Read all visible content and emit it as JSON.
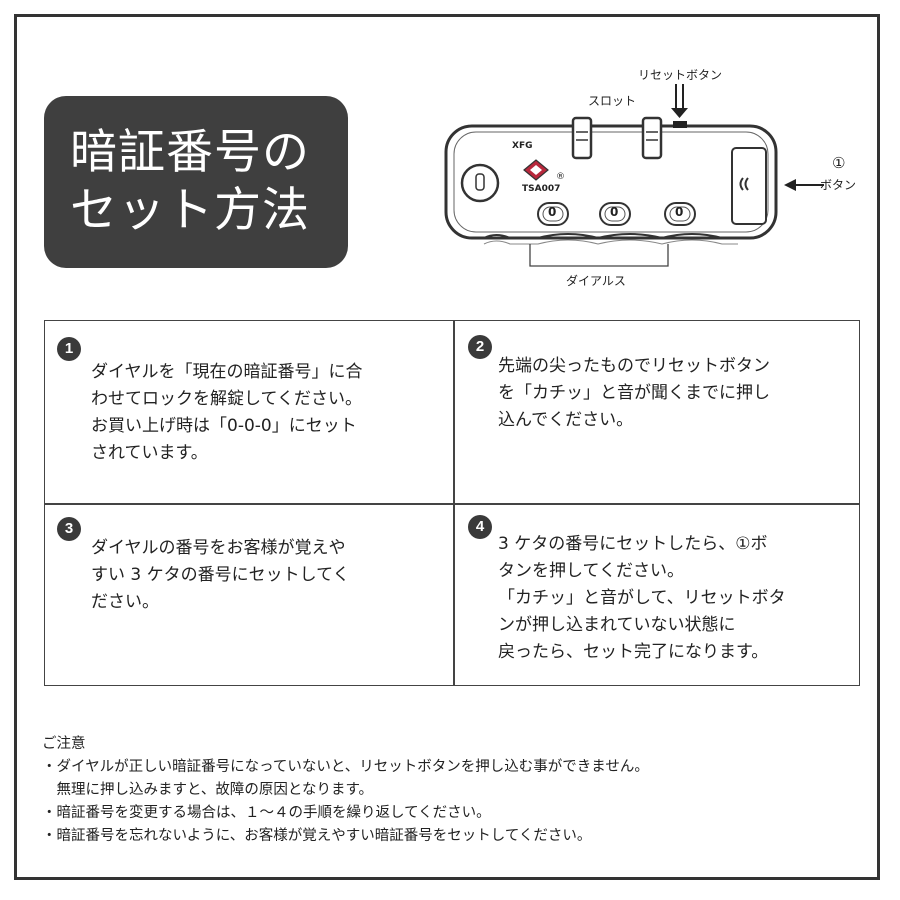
{
  "title": {
    "line1": "暗証番号の",
    "line2": "セット方法"
  },
  "diagram": {
    "reset_button_label": "リセットボタン",
    "slot_label": "スロット",
    "button1_label_number": "①",
    "button1_label_text": "ボタン",
    "dials_label": "ダイアルス",
    "brand_text": "XFG",
    "tsa_text": "TSA007",
    "registered_mark": "®",
    "dial_digit": "0"
  },
  "steps": [
    {
      "number": "1",
      "lines": [
        "ダイヤルを「現在の暗証番号」に合",
        "わせてロックを解錠してください。",
        "お買い上げ時は「0-0-0」にセット",
        "されています。"
      ]
    },
    {
      "number": "2",
      "lines": [
        "先端の尖ったものでリセットボタン",
        "を「カチッ」と音が聞くまでに押し",
        "込んでください。"
      ]
    },
    {
      "number": "3",
      "lines": [
        "ダイヤルの番号をお客様が覚えや",
        "すい 3 ケタの番号にセットしてく",
        "ださい。"
      ]
    },
    {
      "number": "4",
      "lines": [
        "3 ケタの番号にセットしたら、①ボ",
        "タンを押してください。",
        "「カチッ」と音がして、リセットボタ",
        "ンが押し込まれていない状態に",
        "戻ったら、セット完了になります。"
      ]
    }
  ],
  "notes": {
    "heading": "ご注意",
    "items": [
      "・ダイヤルが正しい暗証番号になっていないと、リセットボタンを押し込む事ができません。",
      "　無理に押し込みますと、故障の原因となります。",
      "・暗証番号を変更する場合は、１～４の手順を繰り返してください。",
      "・暗証番号を忘れないように、お客様が覚えやすい暗証番号をセットしてください。"
    ]
  },
  "colors": {
    "title_background": "#3f3f3f",
    "title_text": "#ffffff",
    "logo_red": "#b8283c",
    "border": "#333333"
  }
}
